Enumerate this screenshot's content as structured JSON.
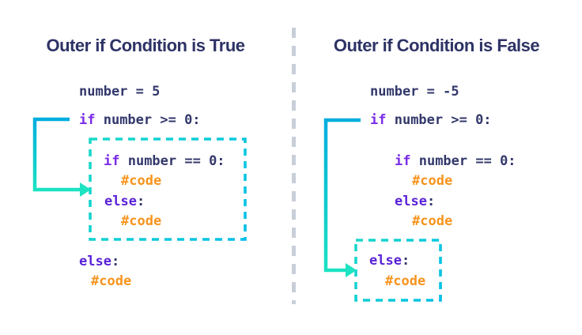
{
  "colors": {
    "background": "#ffffff",
    "title_navy": "#2e3366",
    "code_navy": "#33386b",
    "kw_if": "#7b2ce8",
    "kw_else": "#5a22d8",
    "comment_orange": "#f7941d",
    "arrow_start": "#00addf",
    "arrow_end": "#1ce3c2",
    "box_start": "#19d9c8",
    "box_end": "#00bfe8",
    "divider_gray": "#c9cfd9"
  },
  "left": {
    "title": "Outer if Condition is True",
    "assign": "number = 5",
    "outer_if": {
      "kw": "if",
      "rest": " number >= 0:"
    },
    "inner_if": {
      "kw": "if",
      "rest": " number == 0:"
    },
    "inner_if_body": "#code",
    "inner_else": {
      "kw": "else",
      "colon": ":"
    },
    "inner_else_body": "#code",
    "outer_else": {
      "kw": "else",
      "colon": ":"
    },
    "outer_else_body": "#code"
  },
  "right": {
    "title": "Outer if Condition is False",
    "assign": "number = -5",
    "outer_if": {
      "kw": "if",
      "rest": " number >= 0:"
    },
    "inner_if": {
      "kw": "if",
      "rest": " number == 0:"
    },
    "inner_if_body": "#code",
    "inner_else": {
      "kw": "else",
      "colon": ":"
    },
    "inner_else_body": "#code",
    "outer_else": {
      "kw": "else",
      "colon": ":"
    },
    "outer_else_body": "#code"
  }
}
